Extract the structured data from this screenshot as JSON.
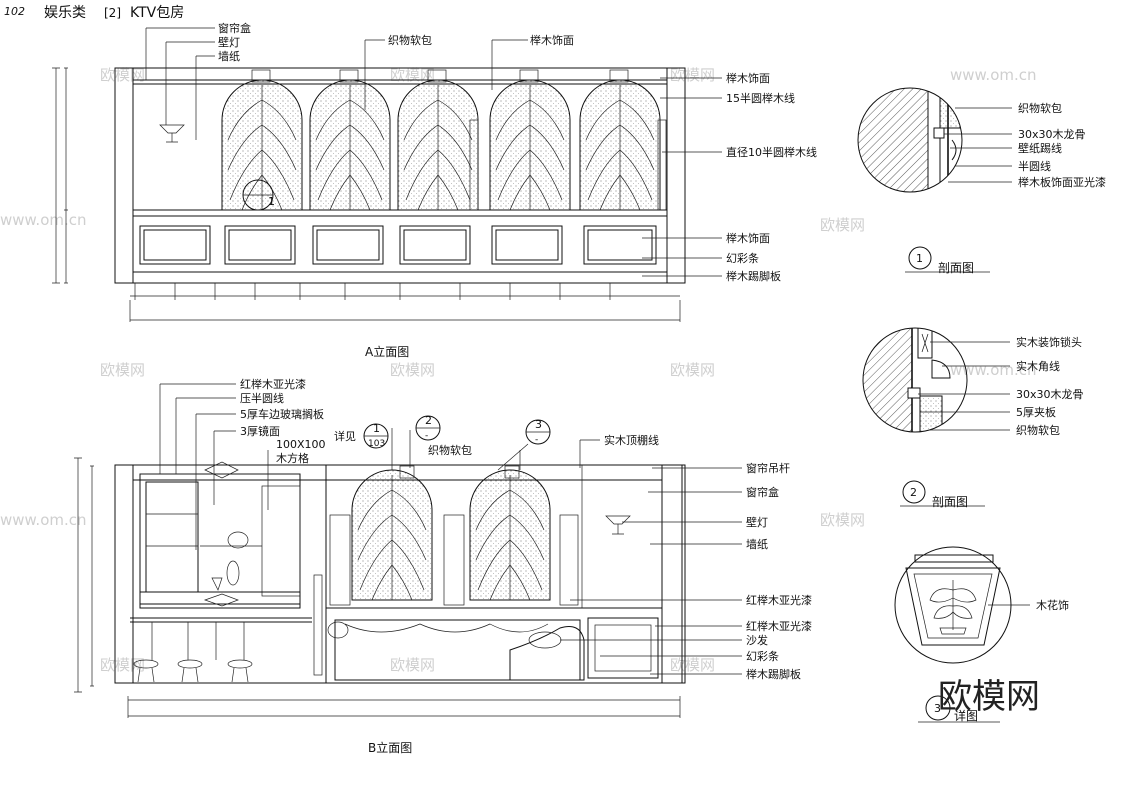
{
  "header": {
    "page_no": "102",
    "category": "娱乐类",
    "index": "[2]",
    "title": "KTV包房"
  },
  "elevation_a": {
    "title": "A立面图",
    "callout_no": "1",
    "labels_left": [
      "窗帘盒",
      "壁灯",
      "墙纸"
    ],
    "labels_top": [
      "织物软包",
      "榉木饰面"
    ],
    "labels_right": [
      "榉木饰面",
      "15半圆榉木线",
      "直径10半圆榉木线",
      "榉木饰面",
      "幻彩条",
      "榉木踢脚板"
    ]
  },
  "elevation_b": {
    "title": "B立面图",
    "callouts": [
      {
        "no": "1",
        "sheet": "103"
      },
      {
        "no": "2",
        "sheet": "-"
      },
      {
        "no": "3",
        "sheet": "-"
      }
    ],
    "labels_left": [
      "红榉木亚光漆",
      "压半圆线",
      "5厚车边玻璃搁板",
      "3厚镜面",
      "100X100",
      "木方格",
      "详见"
    ],
    "labels_top": [
      "织物软包",
      "实木顶棚线"
    ],
    "labels_right": [
      "窗帘吊杆",
      "窗帘盒",
      "壁灯",
      "墙纸",
      "红榉木亚光漆",
      "红榉木亚光漆",
      "沙发",
      "幻彩条",
      "榉木踢脚板"
    ]
  },
  "section_1": {
    "no": "1",
    "title": "剖面图",
    "labels": [
      "织物软包",
      "30x30木龙骨",
      "壁纸踢线",
      "半圆线",
      "榉木板饰面亚光漆"
    ]
  },
  "section_2": {
    "no": "2",
    "title": "剖面图",
    "labels": [
      "实木装饰锁头",
      "实木角线",
      "30x30木龙骨",
      "5厚夹板",
      "织物软包"
    ]
  },
  "detail": {
    "no": "3",
    "title": "详图",
    "label": "木花饰"
  },
  "watermarks": {
    "brand": "欧模网",
    "url": "www.om.cn"
  }
}
